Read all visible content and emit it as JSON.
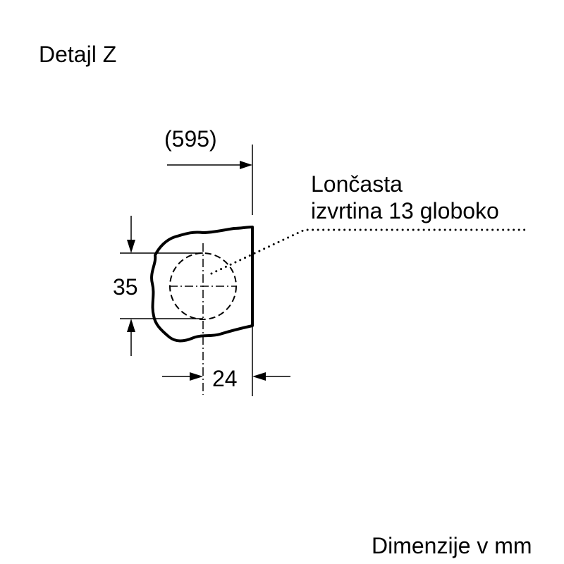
{
  "title": "Detajl Z",
  "dimensions": {
    "reference_width": "(595)",
    "hole_diameter": "35",
    "edge_distance": "24"
  },
  "callout": {
    "line1": "Lončasta",
    "line2": "izvrtina 13 globoko"
  },
  "footer": "Dimenzije v mm"
}
